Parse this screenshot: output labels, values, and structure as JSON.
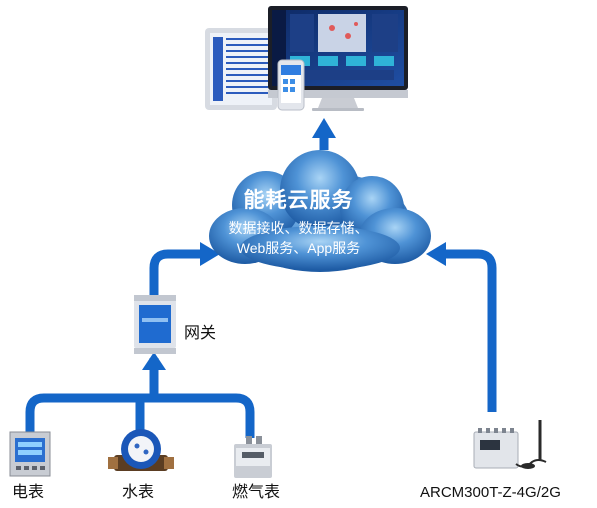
{
  "cloud": {
    "title": "能耗云服务",
    "line1": "数据接收、数据存储、",
    "line2": "Web服务、App服务"
  },
  "gateway": {
    "label": "网关"
  },
  "meters": [
    {
      "label": "电表",
      "icon": "electric-meter-icon"
    },
    {
      "label": "水表",
      "icon": "water-meter-icon"
    },
    {
      "label": "燃气表",
      "icon": "gas-meter-icon"
    }
  ],
  "device": {
    "label": "ARCM300T-Z-4G/2G",
    "icon": "arcm-device-icon"
  },
  "terminals": {
    "icons": [
      "tablet-icon",
      "phone-icon",
      "monitor-icon"
    ]
  },
  "colors": {
    "arrow": "#1466c8",
    "cloud_dark": "#1f5fa8",
    "cloud_light": "#8fc3ef"
  }
}
